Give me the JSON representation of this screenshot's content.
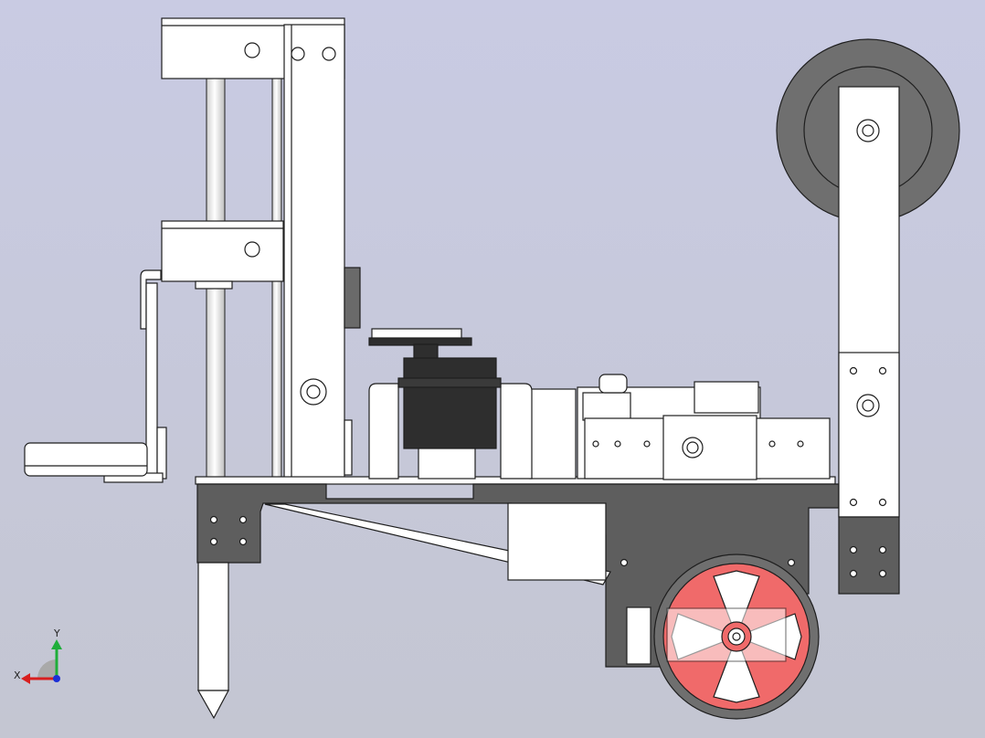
{
  "view": {
    "background_top": "#c9cbe3",
    "background_bottom": "#c4c6d2"
  },
  "triad": {
    "x_label": "X",
    "y_label": "Y",
    "x_color": "#d81e1e",
    "y_color": "#1fae3a",
    "z_color": "#1c2fd6"
  },
  "colors": {
    "sheet_metal": "#ffffff",
    "outline": "#1e1e1e",
    "base_plate": "#5e5e5e",
    "servo_body": "#2e2e2e",
    "wheel_tire": "#6f6f6f",
    "wheel_hub": "#f06a6a",
    "rod": "#ececec"
  },
  "parts": [
    {
      "name": "vertical-post-left"
    },
    {
      "name": "guide-rod"
    },
    {
      "name": "top-bracket"
    },
    {
      "name": "slider-bracket"
    },
    {
      "name": "gripper-arm"
    },
    {
      "name": "gripper-pad"
    },
    {
      "name": "base-plate"
    },
    {
      "name": "diagonal-strut"
    },
    {
      "name": "servo-motor"
    },
    {
      "name": "gearbox-motor"
    },
    {
      "name": "drive-wheel"
    },
    {
      "name": "caster-arm"
    },
    {
      "name": "caster-wheel"
    },
    {
      "name": "marker-pen"
    }
  ]
}
